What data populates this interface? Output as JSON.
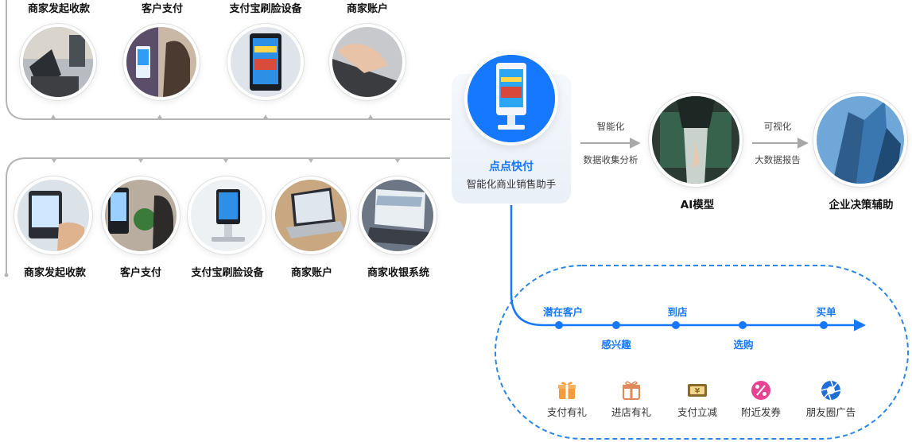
{
  "top_row": [
    {
      "label": "商家发起收款",
      "icon": "merchant-pos-photo"
    },
    {
      "label": "客户支付",
      "icon": "customer-pay-photo"
    },
    {
      "label": "支付宝刷脸设备",
      "icon": "alipay-face-device-photo"
    },
    {
      "label": "商家账户",
      "icon": "merchant-account-photo"
    }
  ],
  "bottom_row": [
    {
      "label": "商家发起收款",
      "icon": "merchant-pos-photo"
    },
    {
      "label": "客户支付",
      "icon": "customer-pay-photo"
    },
    {
      "label": "支付宝刷脸设备",
      "icon": "alipay-face-device-photo"
    },
    {
      "label": "商家账户",
      "icon": "merchant-laptop-photo"
    },
    {
      "label": "商家收银系统",
      "icon": "cashier-system-photo"
    }
  ],
  "hub": {
    "title": "点点快付",
    "subtitle": "智能化商业销售助手",
    "icon": "kiosk-device-photo"
  },
  "flow": {
    "step1_top": "智能化",
    "step1_bottom": "数据收集分析",
    "ai_label": "AI模型",
    "step2_top": "可视化",
    "step2_bottom": "大数据报告",
    "decision_label": "企业决策辅助"
  },
  "journey": {
    "stages": [
      "潜在客户",
      "感兴趣",
      "到店",
      "选购",
      "买单"
    ]
  },
  "promos": [
    {
      "label": "支付有礼",
      "icon": "gift-icon",
      "color": "#f39c3d"
    },
    {
      "label": "进店有礼",
      "icon": "gift-box-icon",
      "color": "#e0895a"
    },
    {
      "label": "支付立减",
      "icon": "cash-voucher-icon",
      "color": "#8a6a2a"
    },
    {
      "label": "附近发券",
      "icon": "percent-coupon-icon",
      "color": "#e84393"
    },
    {
      "label": "朋友圈广告",
      "icon": "aperture-icon",
      "color": "#1f6fd6"
    }
  ],
  "colors": {
    "accent": "#1677ff",
    "line": "#b5b5b5"
  }
}
